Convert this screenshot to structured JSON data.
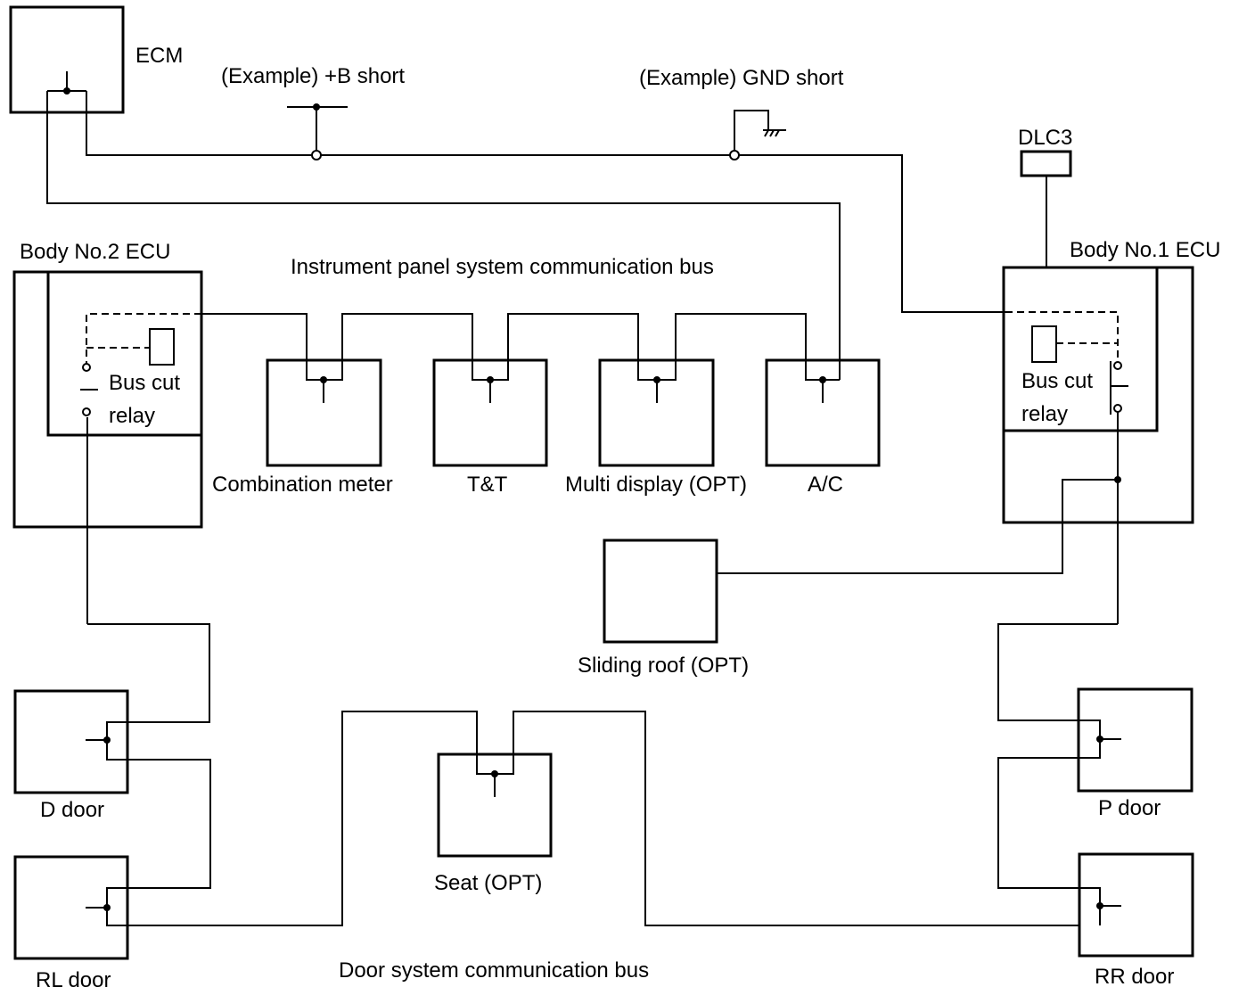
{
  "diagram": {
    "ecm": "ECM",
    "short_b": "(Example) +B short",
    "short_gnd": "(Example) GND short",
    "dlc3": "DLC3",
    "body2_ecu": "Body No.2 ECU",
    "body1_ecu": "Body No.1 ECU",
    "ip_bus": "Instrument panel system communication bus",
    "door_bus": "Door system communication bus",
    "bus_cut_relay_left": [
      "Bus cut",
      "relay"
    ],
    "bus_cut_relay_right": [
      "Bus cut",
      "relay"
    ],
    "combination_meter": "Combination meter",
    "tt": "T&T",
    "multi_display": "Multi display (OPT)",
    "ac": "A/C",
    "sliding_roof": "Sliding roof (OPT)",
    "d_door": "D door",
    "rl_door": "RL door",
    "seat": "Seat (OPT)",
    "p_door": "P door",
    "rr_door": "RR door"
  },
  "colors": {
    "line": "#000000",
    "background": "#ffffff"
  }
}
